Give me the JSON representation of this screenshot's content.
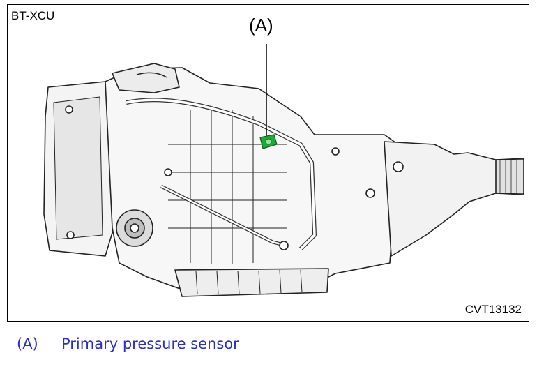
{
  "figure": {
    "model_label": "BT-XCU",
    "figure_code": "CVT13132",
    "callout_marker": "(A)"
  },
  "legend": {
    "items": [
      {
        "key": "(A)",
        "text": "Primary pressure sensor"
      }
    ]
  },
  "colors": {
    "legend_text": "#2a2ec8",
    "sensor_highlight": "#1fa93a",
    "line_art": "#222222"
  }
}
